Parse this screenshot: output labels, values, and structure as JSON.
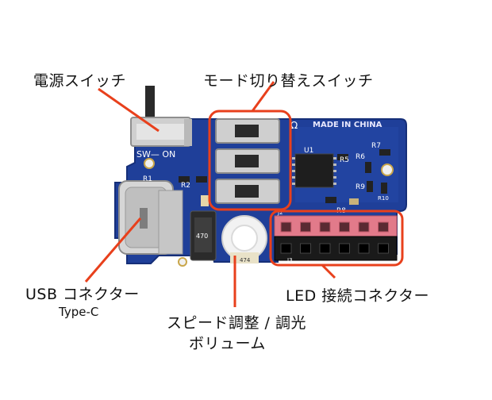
{
  "labels": {
    "power_switch": "電源スイッチ",
    "mode_switch": "モード切り替えスイッチ",
    "usb_connector": "USB コネクター",
    "usb_type": "Type-C",
    "led_connector": "LED 接続コネクター",
    "speed_volume_line1": "スピード調整 / 調光",
    "speed_volume_line2": "ボリューム"
  },
  "pcb": {
    "made_in": "MADE IN CHINA",
    "sw_on": "SW— ON",
    "u1": "U1",
    "r1": "R1",
    "r2": "R2",
    "r5": "R5",
    "r6": "R6",
    "r7": "R7",
    "r8": "R8",
    "r9": "R9",
    "r10": "R10",
    "j2": "J2",
    "j3": "J3",
    "trim_code": "474",
    "inductor": "470"
  },
  "colors": {
    "pcb_blue": "#1f3f99",
    "highlight": "#e8401c",
    "header_pink": "#e27a8a",
    "header_black": "#1a1a1a"
  }
}
